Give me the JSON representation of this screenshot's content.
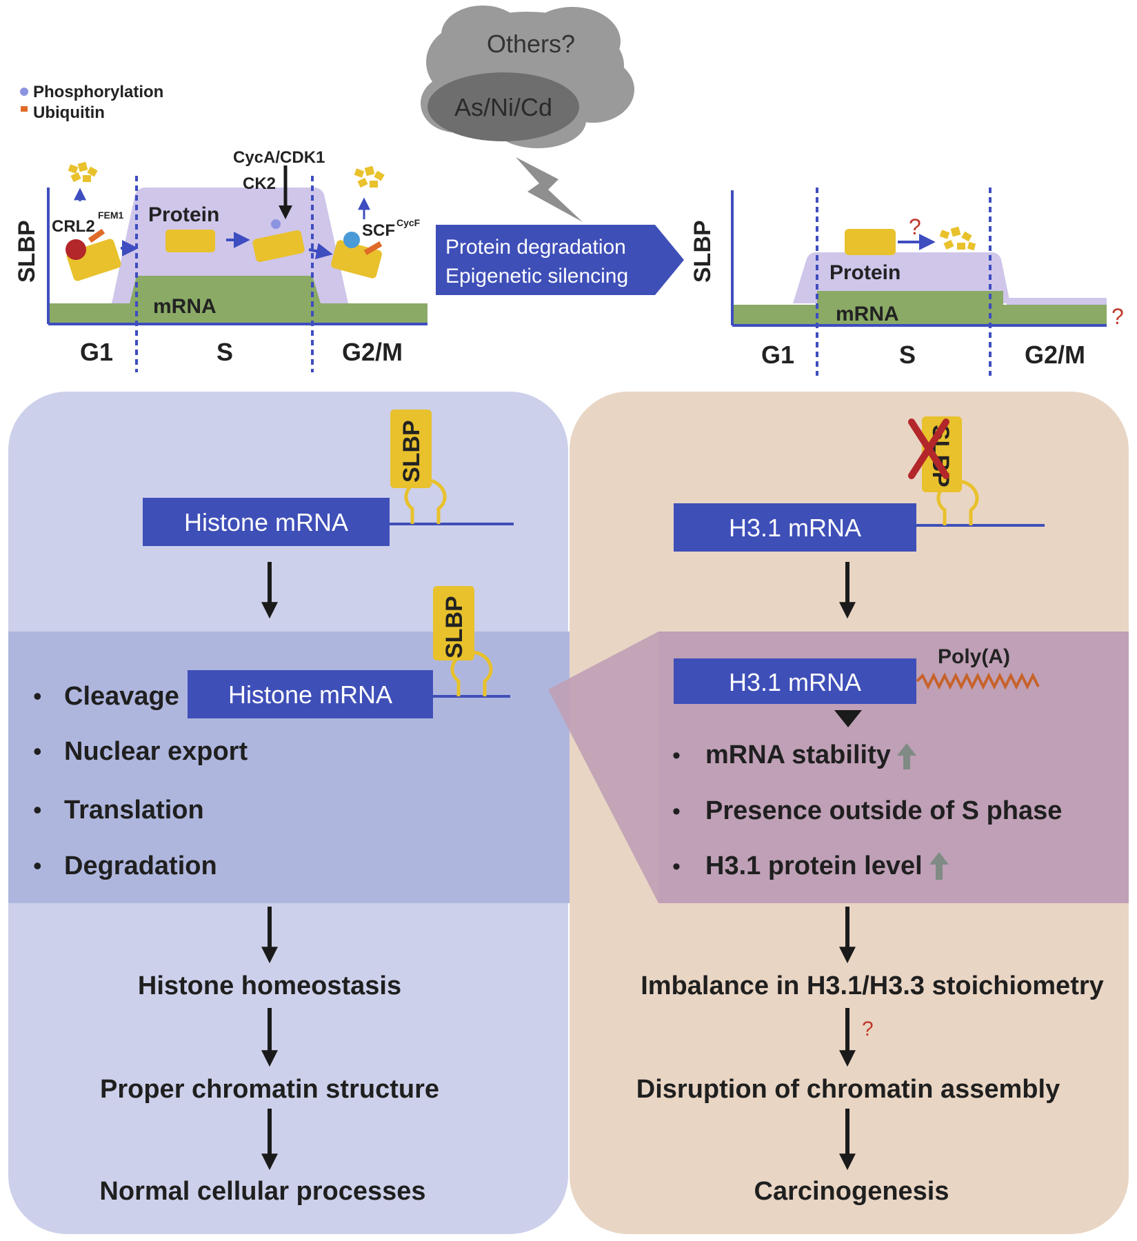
{
  "legend": {
    "phosphorylation": "Phosphorylation",
    "ubiquitin": "Ubiquitin"
  },
  "cloud": {
    "others": "Others?",
    "metals": "As/Ni/Cd"
  },
  "top_arrow": {
    "line1": "Protein degradation",
    "line2": "Epigenetic silencing"
  },
  "normal_cycle": {
    "y_label": "SLBP",
    "protein": "Protein",
    "mrna": "mRNA",
    "phases": [
      "G1",
      "S",
      "G2/M"
    ],
    "crl2": "CRL2",
    "fem1": "FEM1",
    "cyca_cdk1": "CycA/CDK1",
    "ck2": "CK2",
    "scf": "SCF",
    "cycf": "CycF"
  },
  "disrupted_cycle": {
    "y_label": "SLBP",
    "protein": "Protein",
    "mrna": "mRNA",
    "phases": [
      "G1",
      "S",
      "G2/M"
    ],
    "question": "?"
  },
  "left_panel": {
    "slbp": "SLBP",
    "mrna_label": "Histone mRNA",
    "mrna_label2": "Histone mRNA",
    "bullets": [
      "Cleavage",
      "Nuclear export",
      "Translation",
      "Degradation"
    ],
    "outcomes": [
      "Histone homeostasis",
      "Proper chromatin structure",
      "Normal cellular processes"
    ]
  },
  "right_panel": {
    "slbp": "SLBP",
    "mrna_label": "H3.1 mRNA",
    "mrna_label2": "H3.1 mRNA",
    "polya": "Poly(A)",
    "bullets": [
      "mRNA stability",
      "Presence outside of S phase",
      "H3.1 protein level"
    ],
    "outcomes": [
      "Imbalance in H3.1/H3.3 stoichiometry",
      "Disruption of chromatin assembly",
      "Carcinogenesis"
    ],
    "question": "?"
  },
  "colors": {
    "protein_region": "#cfc6ea",
    "mrna_region": "#8aaa66",
    "axis_blue": "#3e4dbf",
    "yellow": "#e8c12c",
    "left_panel_bg": "#cdd0ea",
    "left_highlight": "#afb6de",
    "right_panel_bg": "#e9d5c4",
    "right_highlight": "#bfa0b6",
    "mrna_box": "#3f4fb8",
    "question": "#c0392b",
    "cloud": "#9a9a9a"
  }
}
